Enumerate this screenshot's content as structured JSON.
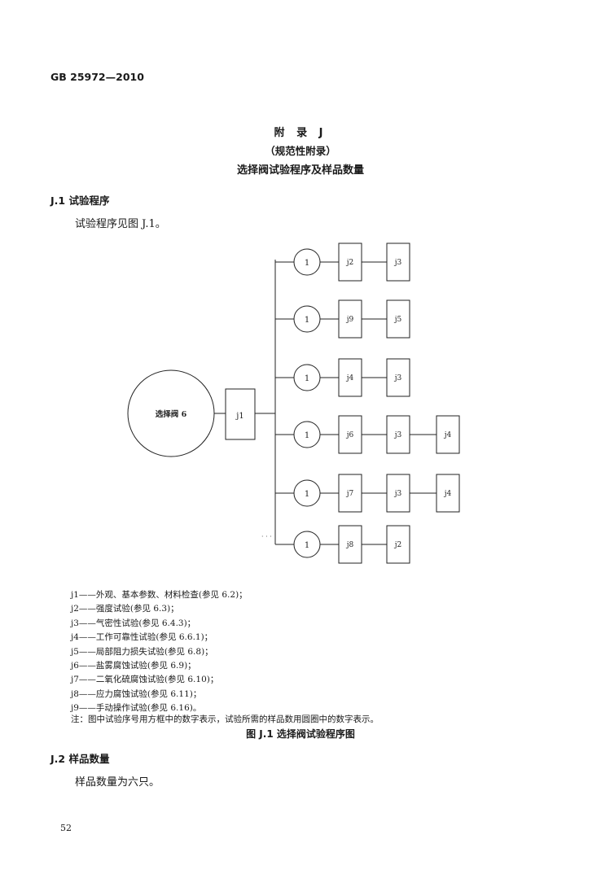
{
  "header": {
    "standard_code": "GB 25972—2010"
  },
  "title": {
    "annex": "附 录 J",
    "annex_type": "（规范性附录）",
    "name": "选择阀试验程序及样品数量"
  },
  "section1": {
    "heading": "J.1  试验程序",
    "text": "试验程序见图 J.1。"
  },
  "diagram": {
    "source": {
      "label": "选择阀 6",
      "first_box": "j1"
    },
    "rows": [
      {
        "sample": "1",
        "boxes": [
          "j2",
          "j3"
        ]
      },
      {
        "sample": "1",
        "boxes": [
          "j9",
          "j5"
        ]
      },
      {
        "sample": "1",
        "boxes": [
          "j4",
          "j3"
        ]
      },
      {
        "sample": "1",
        "boxes": [
          "j6",
          "j3",
          "j4"
        ]
      },
      {
        "sample": "1",
        "boxes": [
          "j7",
          "j3",
          "j4"
        ]
      },
      {
        "sample": "1",
        "boxes": [
          "j8",
          "j2"
        ]
      }
    ]
  },
  "legend": [
    "j1——外观、基本参数、材料检查(参见 6.2)；",
    "j2——强度试验(参见 6.3)；",
    "j3——气密性试验(参见 6.4.3)；",
    "j4——工作可靠性试验(参见 6.6.1)；",
    "j5——局部阻力损失试验(参见 6.8)；",
    "j6——盐雾腐蚀试验(参见 6.9)；",
    "j7——二氧化硫腐蚀试验(参见 6.10)；",
    "j8——应力腐蚀试验(参见 6.11)；",
    "j9——手动操作试验(参见 6.16)。"
  ],
  "note": "注：图中试验序号用方框中的数字表示，试验所需的样品数用圆圈中的数字表示。",
  "figure_caption": "图 J.1  选择阀试验程序图",
  "section2": {
    "heading": "J.2  样品数量",
    "text": "样品数量为六只。"
  },
  "page_number": "52"
}
